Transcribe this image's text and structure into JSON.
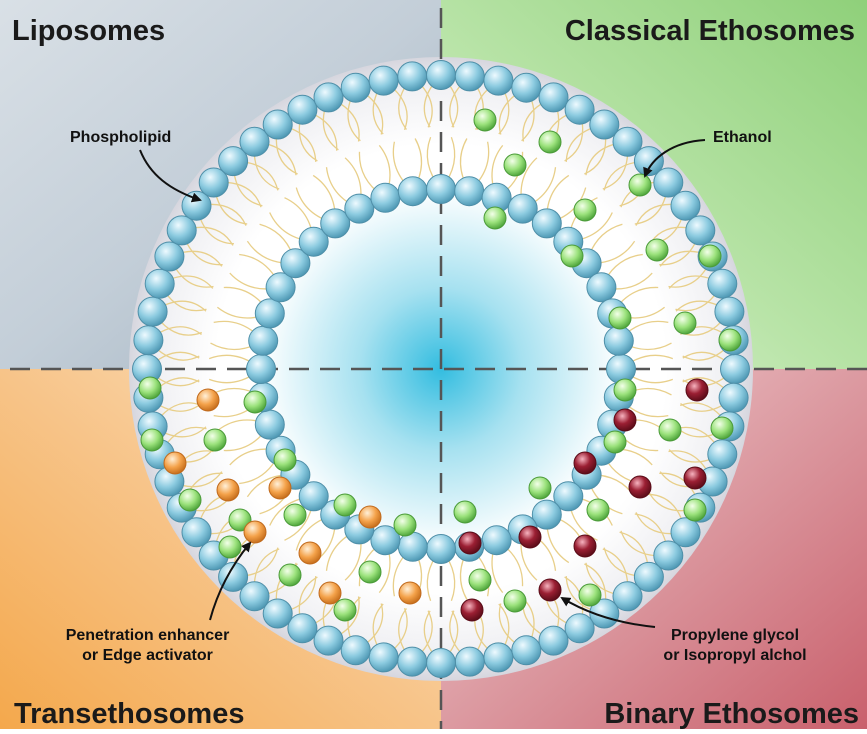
{
  "quadrants": {
    "top_left": {
      "title": "Liposomes"
    },
    "top_right": {
      "title": "Classical Ethosomes"
    },
    "bottom_left": {
      "title": "Transethosomes"
    },
    "bottom_right": {
      "title": "Binary Ethosomes"
    }
  },
  "labels": {
    "phospholipid": "Phospholipid",
    "ethanol": "Ethanol",
    "penetration_enhancer_line1": "Penetration enhancer",
    "penetration_enhancer_line2": "or Edge activator",
    "propylene_glycol_line1": "Propylene glycol",
    "propylene_glycol_line2": "or Isopropyl alchol"
  },
  "colors": {
    "liposomes_bg": "#a9b8c4",
    "classical_bg": "#8fd07a",
    "transethosomes_bg": "#f2b260",
    "binary_bg": "#d37e86",
    "phospholipid_head": "#8ccbe0",
    "tail": "#e8cf8a",
    "ethanol_green": "#9be27c",
    "enhancer_orange": "#f4a24a",
    "propylene_red": "#9b1f33",
    "core_blue": "#33bde0"
  }
}
